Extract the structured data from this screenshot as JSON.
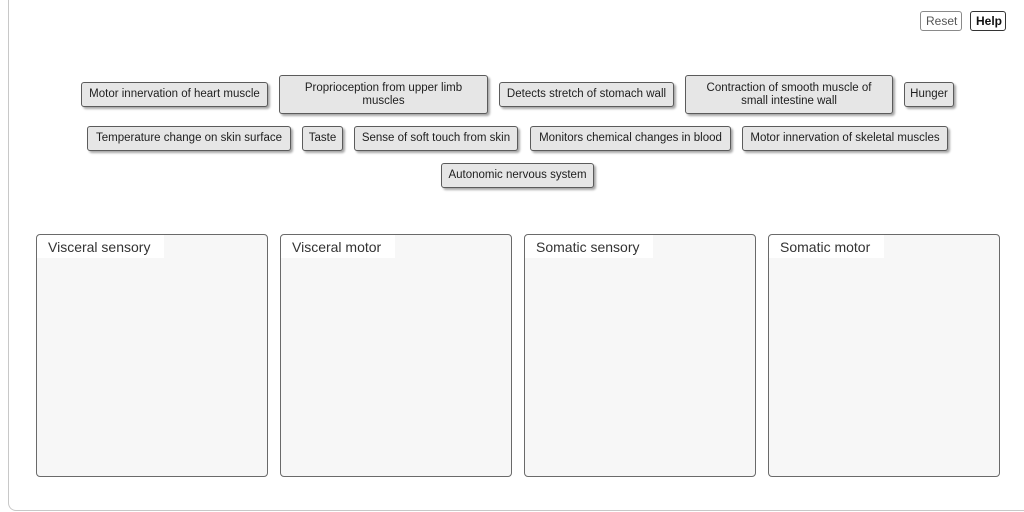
{
  "toolbar": {
    "reset_label": "Reset",
    "help_label": "Help"
  },
  "labels": [
    {
      "text": "Motor innervation of heart muscle"
    },
    {
      "text": "Proprioception from upper limb muscles"
    },
    {
      "text": "Detects stretch of stomach wall"
    },
    {
      "text": "Contraction of smooth muscle of small intestine wall"
    },
    {
      "text": "Hunger"
    },
    {
      "text": "Temperature change on skin surface"
    },
    {
      "text": "Taste"
    },
    {
      "text": "Sense of soft touch from skin"
    },
    {
      "text": "Monitors chemical changes in blood"
    },
    {
      "text": "Motor innervation of skeletal muscles"
    },
    {
      "text": "Autonomic nervous system"
    }
  ],
  "bins": [
    {
      "title": "Visceral sensory"
    },
    {
      "title": "Visceral motor"
    },
    {
      "title": "Somatic sensory"
    },
    {
      "title": "Somatic motor"
    }
  ]
}
